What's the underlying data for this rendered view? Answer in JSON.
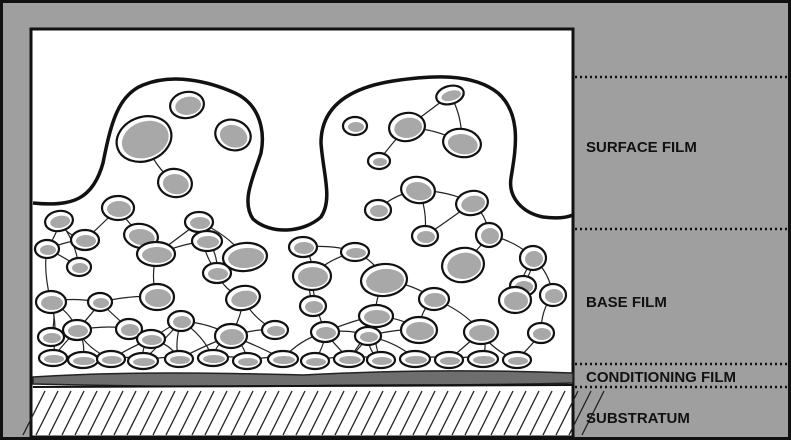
{
  "layers": [
    {
      "id": "surface",
      "label": "SURFACE FILM"
    },
    {
      "id": "base",
      "label": "BASE FILM"
    },
    {
      "id": "conditioning",
      "label": "CONDITIONING FILM"
    },
    {
      "id": "substratum",
      "label": "SUBSTRATUM"
    }
  ],
  "colors": {
    "background": "#9f9f9f",
    "panel": "#ffffff",
    "cell_fill": "#a8a8a8",
    "conditioning_film": "#6e6e6e",
    "outline": "#111111"
  }
}
